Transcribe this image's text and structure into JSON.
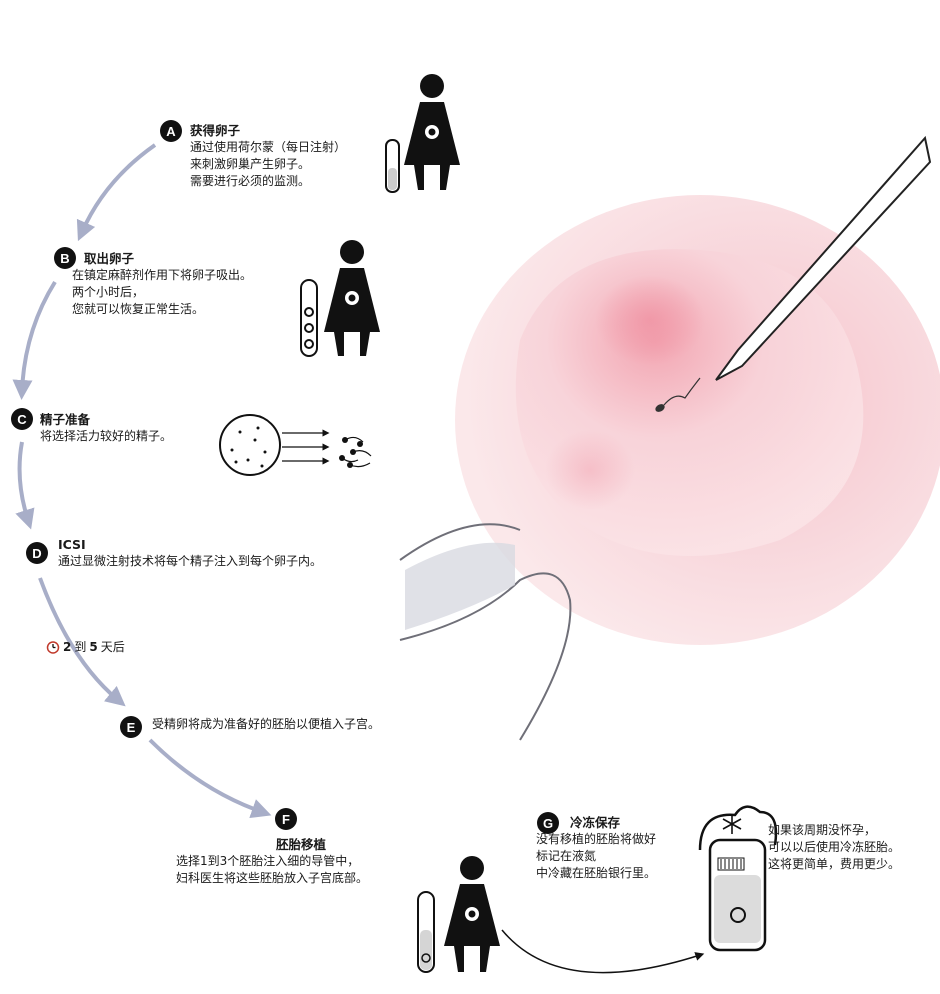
{
  "steps": [
    {
      "id": "A",
      "badge": "A",
      "title": "获得卵子",
      "lines": [
        "通过使用荷尔蒙（每日注射）",
        "来刺激卵巢产生卵子。",
        "需要进行必须的监测。"
      ]
    },
    {
      "id": "B",
      "badge": "B",
      "title": "取出卵子",
      "lines": [
        "在镇定麻醉剂作用下将卵子吸出。",
        "两个小时后，",
        "您就可以恢复正常生活。"
      ]
    },
    {
      "id": "C",
      "badge": "C",
      "title": "精子准备",
      "lines": [
        "将选择活力较好的精子。"
      ]
    },
    {
      "id": "D",
      "badge": "D",
      "title": "ICSI",
      "lines": [
        "通过显微注射技术将每个精子注入到每个卵子内。"
      ]
    },
    {
      "id": "E",
      "badge": "E",
      "title": "",
      "lines": [
        "受精卵将成为准备好的胚胎以便植入子宫。"
      ]
    },
    {
      "id": "F",
      "badge": "F",
      "title": "胚胎移植",
      "lines": [
        "选择1到3个胚胎注入细的导管中，",
        "妇科医生将这些胚胎放入子宫底部。"
      ]
    },
    {
      "id": "G",
      "badge": "G",
      "title": "冷冻保存",
      "lines": [
        "没有移植的胚胎将做好",
        "标记在液氮",
        "中冷藏在胚胎银行里。"
      ]
    }
  ],
  "delay": {
    "icon": "timer-icon",
    "from": "2",
    "mid": "到",
    "to": "5",
    "unit": "天后"
  },
  "note": {
    "lines": [
      "如果该周期没怀孕，",
      "可以以后使用冷冻胚胎。",
      "这将更简单，费用更少。"
    ]
  },
  "colors": {
    "arrow": "#a8aec8",
    "egg": "#f7c9cf",
    "egg_core": "#f3a6b2",
    "dark": "#111111"
  }
}
